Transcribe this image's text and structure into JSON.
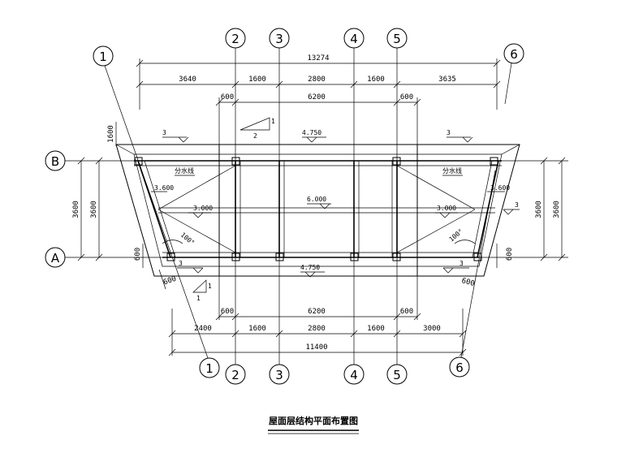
{
  "title": "屋面层结构平面布置图",
  "axes": {
    "top": [
      "2",
      "3",
      "4",
      "5"
    ],
    "bottom": [
      "1",
      "2",
      "3",
      "4",
      "5",
      "6"
    ],
    "corner_left": "1",
    "corner_right": "6",
    "rows": [
      "B",
      "A"
    ]
  },
  "dims": {
    "top_total": "13274",
    "top_row": [
      "3640",
      "1600",
      "2800",
      "1600",
      "3635"
    ],
    "top_inner": [
      "600",
      "6200",
      "600"
    ],
    "bottom_inner": [
      "600",
      "6200",
      "600"
    ],
    "bottom_row": [
      "2400",
      "1600",
      "2800",
      "1600",
      "3000"
    ],
    "bottom_total": "11400",
    "left_outer": "3600",
    "left_inner": "3600",
    "right_inner": "3600",
    "right_outer": "3600",
    "left_top": "1600",
    "left_small": "600",
    "right_small": "600",
    "diag_left": "600",
    "diag_right": "600"
  },
  "levels": {
    "top": "4.750",
    "bottom": "4.750",
    "center": "6.000",
    "left": "3.000",
    "right": "3.000",
    "left_corner": "3.600",
    "right_corner": "3.600"
  },
  "labels": {
    "ridge_left": "分水线",
    "ridge_right": "分水线",
    "angle_left": "100°",
    "angle_right": "100°",
    "slope_top_1": "1",
    "slope_top_2": "2",
    "slope_bottom_1": "1",
    "slope_bottom_2": "1",
    "slope_3_a": "3",
    "slope_3_b": "3",
    "slope_3_c": "3",
    "slope_3_d": "3",
    "slope_3_e": "3"
  }
}
